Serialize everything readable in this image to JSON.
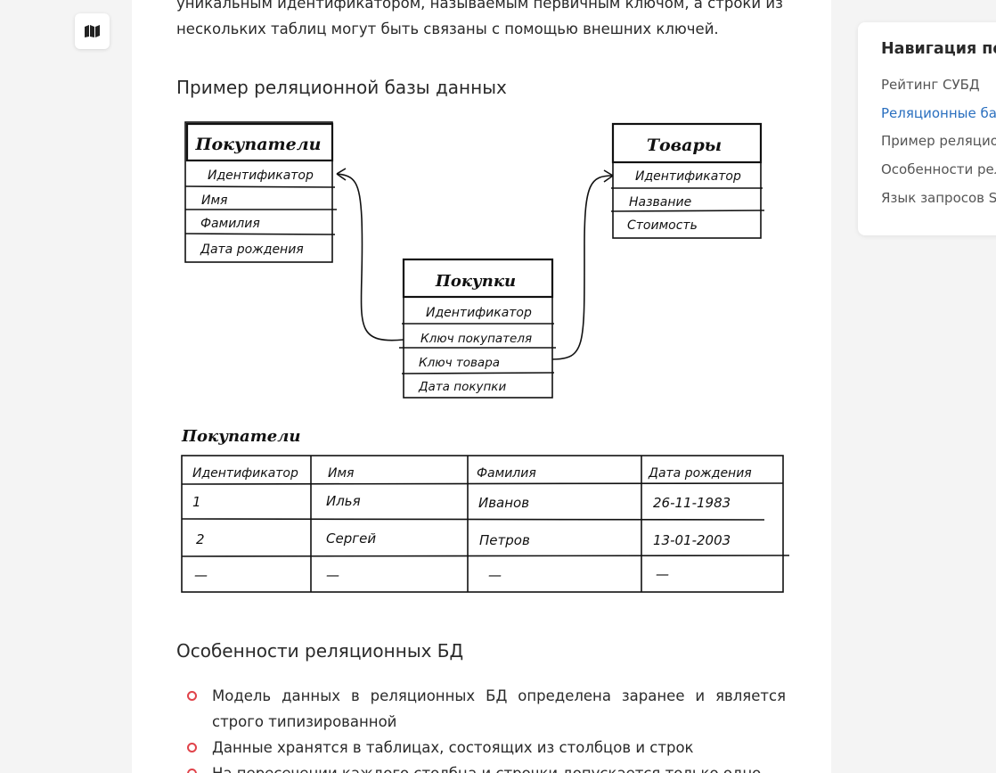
{
  "article": {
    "intro_line1": "уникальным идентификатором, называемым первичным ключом, а строки из",
    "intro_line2": "нескольких таблиц могут быть связаны с помощью внешних ключей.",
    "example_heading": "Пример реляционной базы данных",
    "features_heading": "Особенности реляционных БД",
    "features": [
      "Модель данных в реляционных БД определена заранее и является строго типизированной",
      "Данные хранятся в таблицах, состоящих из столбцов и строк",
      "На пересечении каждого столбца и строчки допускается только одно"
    ]
  },
  "diagram": {
    "customers": {
      "title": "Покупатели",
      "fields": [
        "Идентификатор",
        "Имя",
        "Фамилия",
        "Дата рождения"
      ]
    },
    "products": {
      "title": "Товары",
      "fields": [
        "Идентификатор",
        "Название",
        "Стоимость"
      ]
    },
    "purchases": {
      "title": "Покупки",
      "fields": [
        "Идентификатор",
        "Ключ покупателя",
        "Ключ товара",
        "Дата покупки"
      ]
    },
    "table_caption": "Покупатели",
    "table_headers": [
      "Идентификатор",
      "Имя",
      "Фамилия",
      "Дата рождения"
    ],
    "table_rows": [
      [
        "1",
        "Илья",
        "Иванов",
        "26-11-1983"
      ],
      [
        "2",
        "Сергей",
        "Петров",
        "13-01-2003"
      ],
      [
        "—",
        "—",
        "—",
        "—"
      ]
    ]
  },
  "nav": {
    "title": "Навигация по статье",
    "items": [
      "Рейтинг СУБД",
      "Реляционные базы данных",
      "Пример реляционной базы данных",
      "Особенности реляционных БД",
      "Язык запросов SQL"
    ]
  },
  "colors": {
    "accent": "#2a6fbf",
    "bullet": "#e0434a"
  }
}
